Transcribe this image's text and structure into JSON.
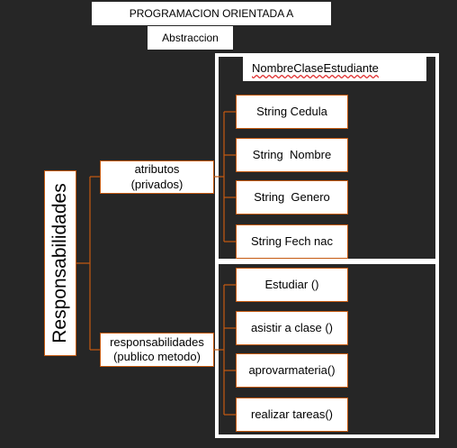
{
  "header": {
    "title": "PROGRAMACION ORIENTADA A",
    "subtitle": "Abstraccion"
  },
  "class_name": "NombreClaseEstudiante",
  "root_label": "Responsabilidades",
  "groups": {
    "attributes": {
      "label_line1": "atributos",
      "label_line2": "(privados)",
      "items": [
        "String Cedula",
        "String  Nombre",
        "String  Genero",
        "String Fech nac"
      ]
    },
    "methods": {
      "label_line1": "responsabilidades",
      "label_line2": "(publico metodo)",
      "items": [
        "Estudiar ()",
        "asistir a clase ()",
        "aprovarmateria()",
        "realizar tareas()"
      ]
    }
  },
  "colors": {
    "background": "#262626",
    "connector": "#c55a11",
    "box_border": "#c55a11",
    "frame": "#ffffff"
  }
}
